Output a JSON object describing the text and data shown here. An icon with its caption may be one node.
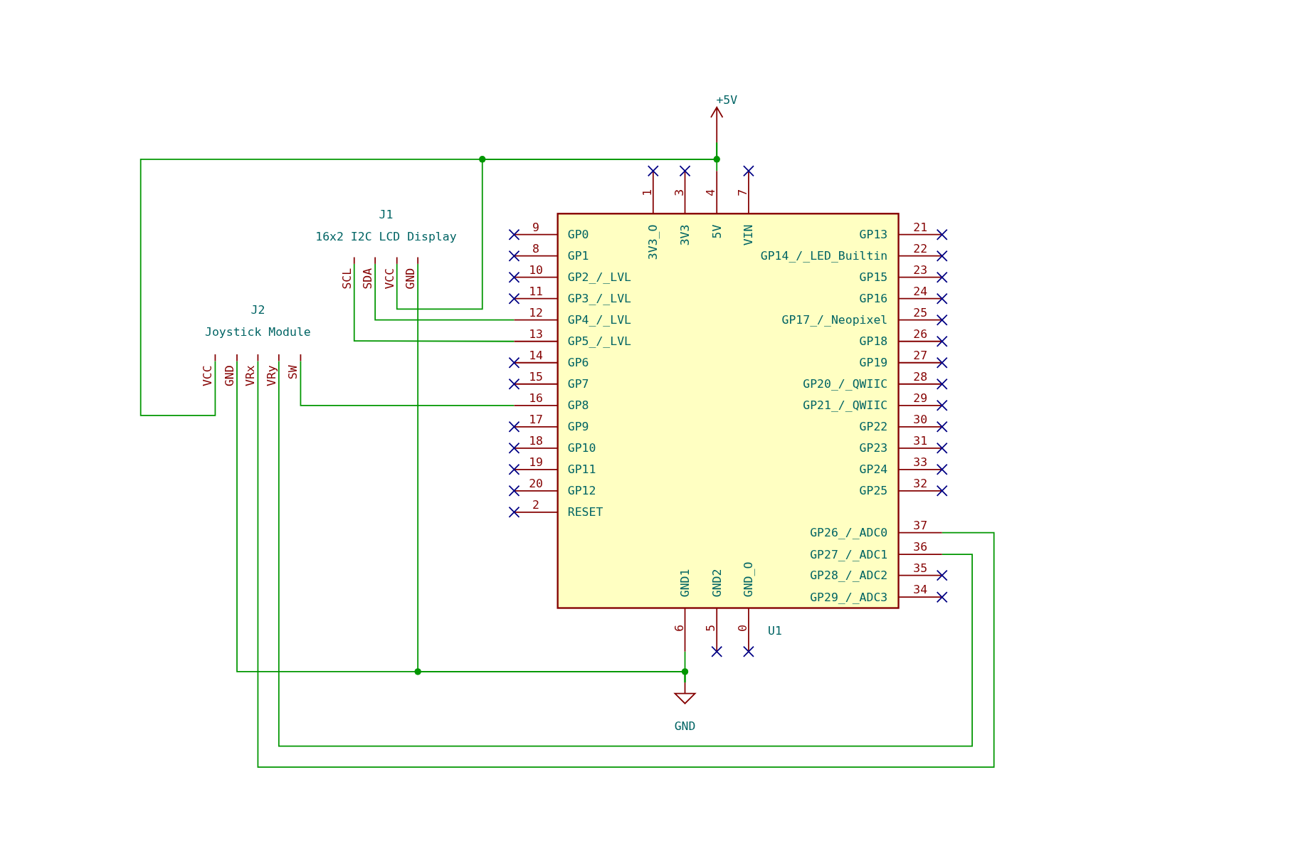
{
  "diagram": {
    "nodes": [
      {
        "text": [
          "+5V"
        ]
      },
      {
        "text": [
          "J1",
          "16x2 I2C LCD Display"
        ]
      },
      {
        "text": [
          "SCL"
        ]
      },
      {
        "text": [
          "SDA"
        ]
      },
      {
        "text": [
          "VCC"
        ]
      },
      {
        "text": [
          "GND"
        ]
      },
      {
        "text": [
          "J2",
          "Joystick Module"
        ]
      },
      {
        "text": [
          "VCC"
        ]
      },
      {
        "text": [
          "GND"
        ]
      },
      {
        "text": [
          "VRx"
        ]
      },
      {
        "text": [
          "VRy"
        ]
      },
      {
        "text": [
          "SW"
        ]
      },
      {
        "text": [
          "U1"
        ]
      },
      {
        "text": [
          "3V3_O",
          "1"
        ]
      },
      {
        "text": [
          "3V3",
          "3"
        ]
      },
      {
        "text": [
          "5V",
          "4"
        ]
      },
      {
        "text": [
          "VIN",
          "7"
        ]
      },
      {
        "text": [
          "GP0",
          "9"
        ]
      },
      {
        "text": [
          "GP1",
          "8"
        ]
      },
      {
        "text": [
          "GP2_/_LVL",
          "10"
        ]
      },
      {
        "text": [
          "GP3_/_LVL",
          "11"
        ]
      },
      {
        "text": [
          "GP4_/_LVL",
          "12"
        ]
      },
      {
        "text": [
          "GP5_/_LVL",
          "13"
        ]
      },
      {
        "text": [
          "GP6",
          "14"
        ]
      },
      {
        "text": [
          "GP7",
          "15"
        ]
      },
      {
        "text": [
          "GP8",
          "16"
        ]
      },
      {
        "text": [
          "GP9",
          "17"
        ]
      },
      {
        "text": [
          "GP10",
          "18"
        ]
      },
      {
        "text": [
          "GP11",
          "19"
        ]
      },
      {
        "text": [
          "GP12",
          "20"
        ]
      },
      {
        "text": [
          "RESET",
          "2"
        ]
      },
      {
        "text": [
          "GP13",
          "21"
        ]
      },
      {
        "text": [
          "GP14_/_LED_Builtin",
          "22"
        ]
      },
      {
        "text": [
          "GP15",
          "23"
        ]
      },
      {
        "text": [
          "GP16",
          "24"
        ]
      },
      {
        "text": [
          "GP17_/_Neopixel",
          "25"
        ]
      },
      {
        "text": [
          "GP18",
          "26"
        ]
      },
      {
        "text": [
          "GP19",
          "27"
        ]
      },
      {
        "text": [
          "GP20_/_QWIIC",
          "28"
        ]
      },
      {
        "text": [
          "GP21_/_QWIIC",
          "29"
        ]
      },
      {
        "text": [
          "GP22",
          "30"
        ]
      },
      {
        "text": [
          "GP23",
          "31"
        ]
      },
      {
        "text": [
          "GP24",
          "33"
        ]
      },
      {
        "text": [
          "GP25",
          "32"
        ]
      },
      {
        "text": [
          "GP26_/_ADC0",
          "37"
        ]
      },
      {
        "text": [
          "GP27_/_ADC1",
          "36"
        ]
      },
      {
        "text": [
          "GP28_/_ADC2",
          "35"
        ]
      },
      {
        "text": [
          "GP29_/_ADC3",
          "34"
        ]
      },
      {
        "text": [
          "GND1",
          "6"
        ]
      },
      {
        "text": [
          "GND2",
          "5"
        ]
      },
      {
        "text": [
          "GND_O",
          "0"
        ]
      },
      {
        "text": [
          "GND"
        ]
      }
    ],
    "edges": [
      {
        "from": 7,
        "to": 0,
        "arrow": "none"
      },
      {
        "from": 4,
        "to": 0,
        "arrow": "none"
      },
      {
        "from": 15,
        "to": 0,
        "arrow": "none"
      },
      {
        "from": 8,
        "to": 51,
        "arrow": "none"
      },
      {
        "from": 5,
        "to": 51,
        "arrow": "none"
      },
      {
        "from": 48,
        "to": 51,
        "arrow": "none"
      },
      {
        "from": 3,
        "to": 21,
        "arrow": "none"
      },
      {
        "from": 2,
        "to": 22,
        "arrow": "none"
      },
      {
        "from": 11,
        "to": 25,
        "arrow": "none"
      },
      {
        "from": 9,
        "to": 44,
        "arrow": "none"
      },
      {
        "from": 10,
        "to": 45,
        "arrow": "none"
      }
    ]
  }
}
